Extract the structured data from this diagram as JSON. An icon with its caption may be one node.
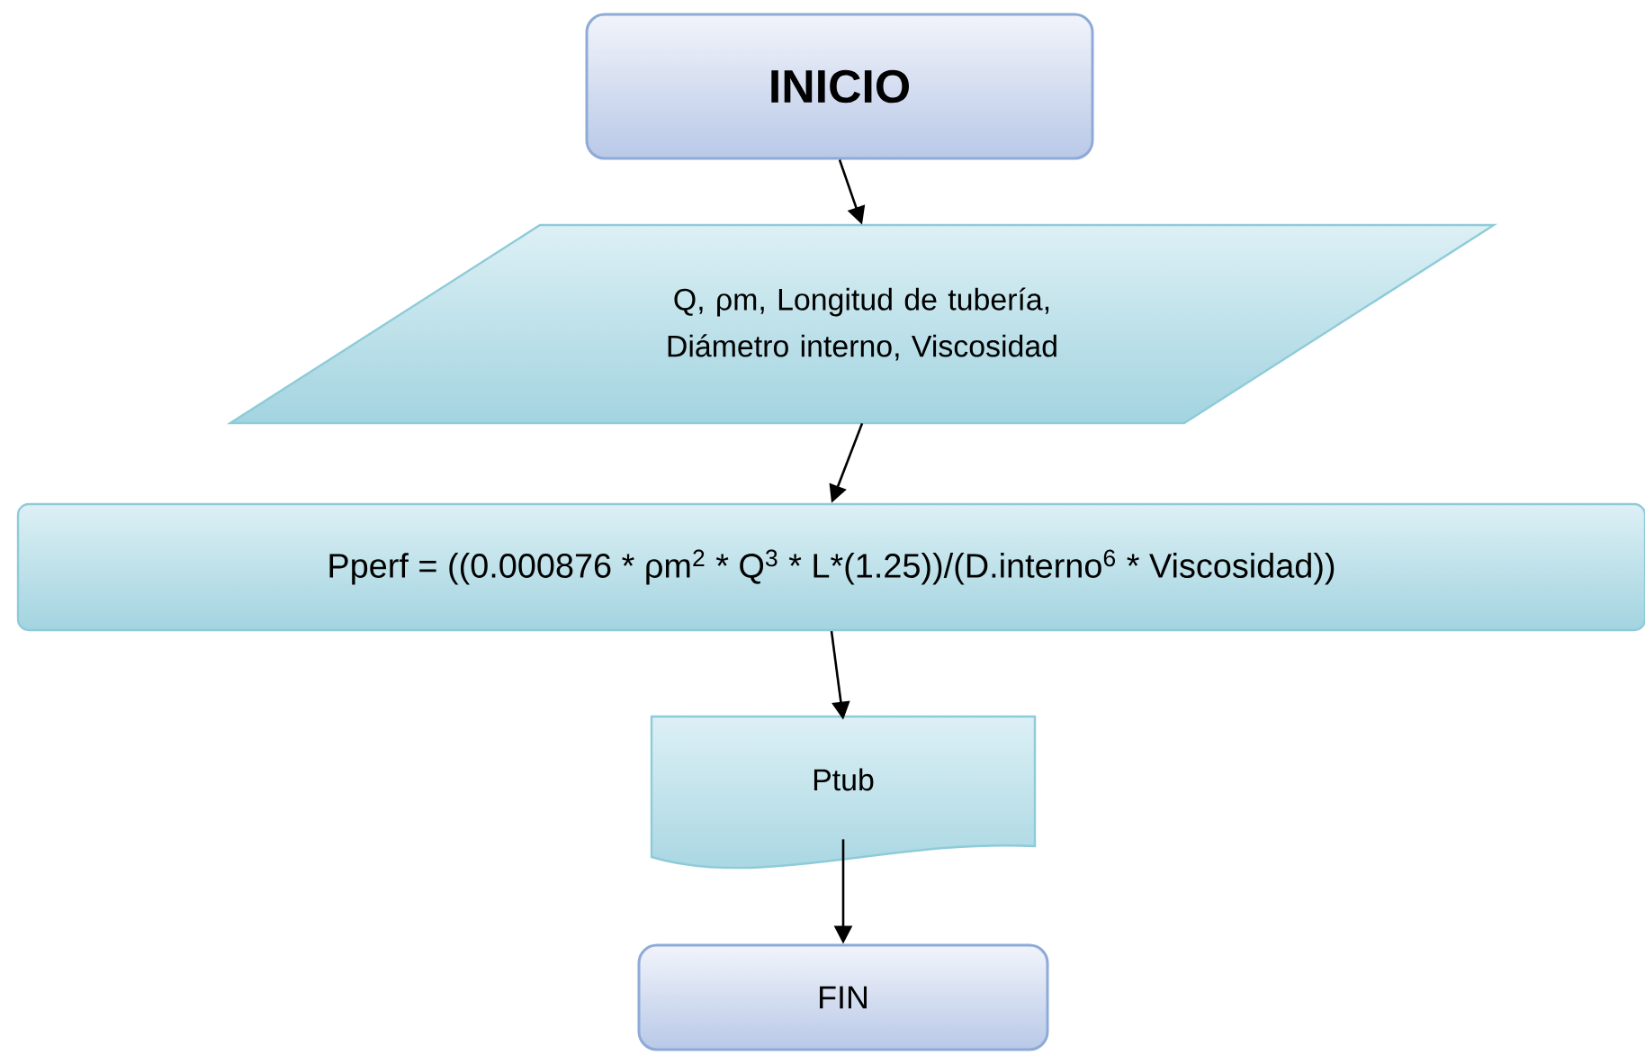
{
  "diagram": {
    "nodes": [
      {
        "text": [
          "INICIO"
        ]
      },
      {
        "text": [
          "Q, ρm, Longitud de tubería, Diámetro interno, Viscosidad"
        ]
      },
      {
        "text": [
          "Pperf = ((0.000876 * ρm$^{2}$ * Q$^{3}$ * L*(1.25))/(D.interno$^{6}$ * Viscosidad))"
        ]
      },
      {
        "text": [
          "Ptub"
        ]
      },
      {
        "text": [
          "FIN"
        ]
      }
    ],
    "edges": [
      {
        "from": 0,
        "to": 1,
        "arrow": "to"
      },
      {
        "from": 1,
        "to": 2,
        "arrow": "to"
      },
      {
        "from": 2,
        "to": 3,
        "arrow": "to"
      },
      {
        "from": 3,
        "to": 4,
        "arrow": "to"
      }
    ]
  }
}
